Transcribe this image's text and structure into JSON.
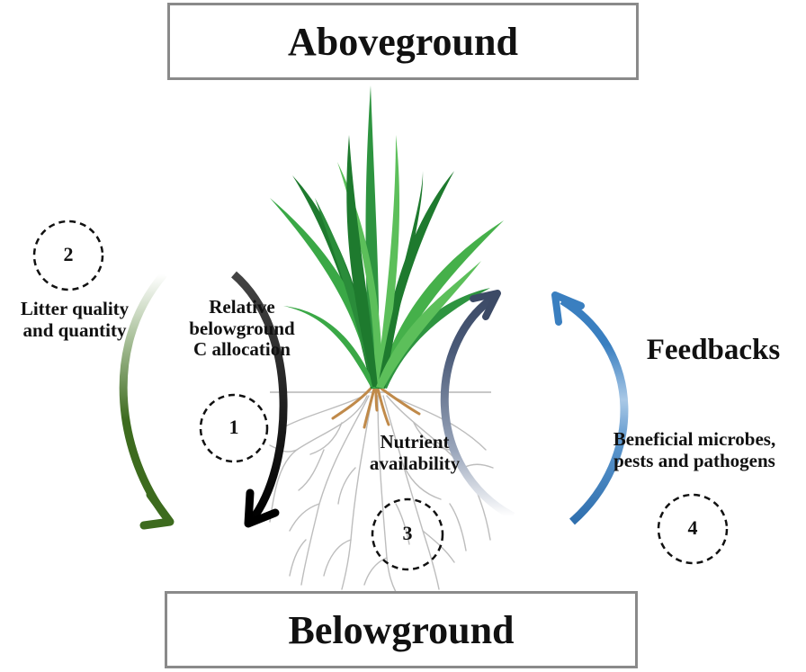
{
  "title_top": "Aboveground",
  "title_bottom": "Belowground",
  "labels": {
    "litter": [
      "Litter quality",
      "and quantity"
    ],
    "allocation": [
      "Relative",
      "belowground",
      "C allocation"
    ],
    "nutrient": [
      "Nutrient",
      "availability"
    ],
    "feedbacks": "Feedbacks",
    "microbes": [
      "Beneficial microbes,",
      "pests and pathogens"
    ]
  },
  "markers": {
    "m1": "1",
    "m2": "2",
    "m3": "3",
    "m4": "4"
  },
  "colors": {
    "box_border": "#8a8a8a",
    "litter_arrow": "#3d6b1e",
    "allocation_arrow": "#111111",
    "nutrient_arrow": "#4a5a78",
    "feedback_arrow": "#3a7fc0",
    "leaf_dark": "#1e7a2e",
    "leaf_light": "#5cbf5a",
    "root": "#b9b9b9",
    "crown_root": "#c08a4a"
  }
}
